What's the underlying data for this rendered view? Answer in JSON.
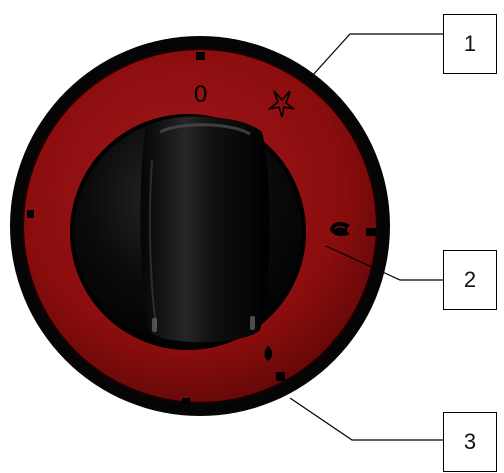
{
  "colors": {
    "ring": "#8a0d0d",
    "knob_body": "#0a0a0a",
    "bezel": "#050505",
    "leader": "#000000"
  },
  "knob": {
    "zero_mark": "0",
    "symbols": [
      "spark-icon",
      "large-flame-icon",
      "small-flame-icon"
    ]
  },
  "callouts": [
    {
      "label": "1"
    },
    {
      "label": "2"
    },
    {
      "label": "3"
    }
  ]
}
